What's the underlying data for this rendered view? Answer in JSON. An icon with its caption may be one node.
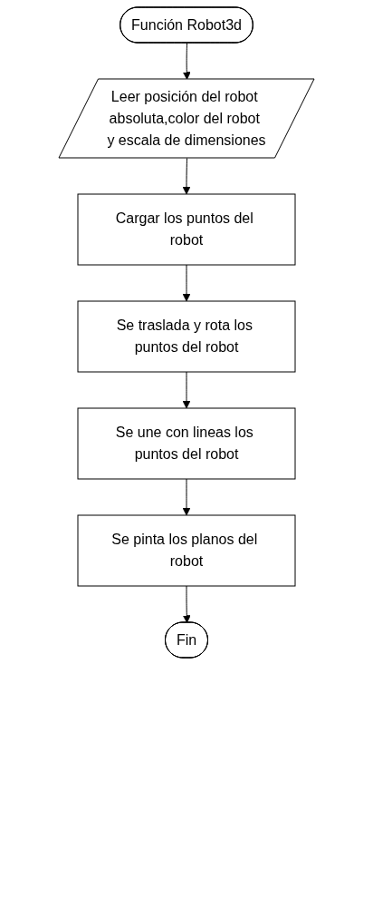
{
  "diagram": {
    "nodes": [
      {
        "text": [
          "Función Robot3d"
        ]
      },
      {
        "text": [
          "Leer posición del robot absoluta,color del robot y escala de dimensiones"
        ]
      },
      {
        "text": [
          "Cargar los puntos del robot"
        ]
      },
      {
        "text": [
          "Se traslada y rota los puntos del robot"
        ]
      },
      {
        "text": [
          "Se une con lineas los puntos del robot"
        ]
      },
      {
        "text": [
          "Se pinta los planos del robot"
        ]
      },
      {
        "text": [
          "Fin"
        ]
      }
    ],
    "edges": [
      {
        "from": 0,
        "to": 1,
        "arrow": "to"
      },
      {
        "from": 1,
        "to": 2,
        "arrow": "to"
      },
      {
        "from": 2,
        "to": 3,
        "arrow": "to"
      },
      {
        "from": 3,
        "to": 4,
        "arrow": "to"
      },
      {
        "from": 4,
        "to": 5,
        "arrow": "to"
      },
      {
        "from": 5,
        "to": 6,
        "arrow": "to"
      }
    ]
  }
}
